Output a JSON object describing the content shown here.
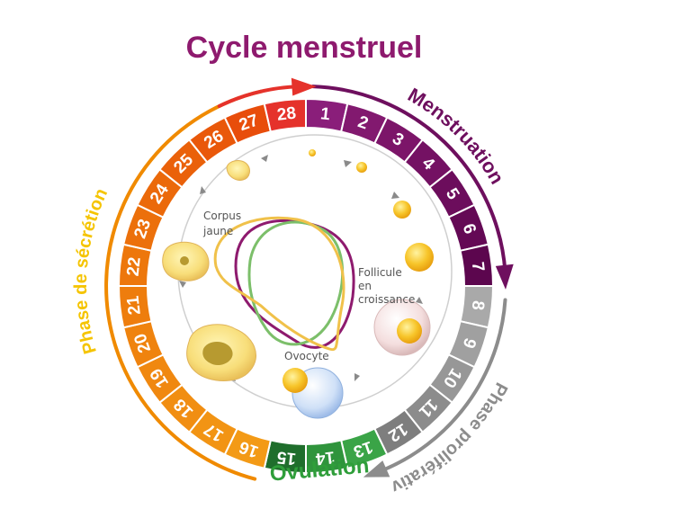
{
  "title": "Cycle menstruel",
  "colors": {
    "title": "#8e1a6e",
    "menstruation": "#6e0f5e",
    "proliferative": "#8c8c8c",
    "ovulation": "#2f9e3a",
    "secretion_label": "#f5c400",
    "secretion_arc": "#f08a00",
    "top_arrow": "#e5322b"
  },
  "days": [
    {
      "n": "1",
      "color": "#8a1e7a"
    },
    {
      "n": "2",
      "color": "#82196f"
    },
    {
      "n": "3",
      "color": "#7c1569"
    },
    {
      "n": "4",
      "color": "#741163"
    },
    {
      "n": "5",
      "color": "#6c0d5c"
    },
    {
      "n": "6",
      "color": "#640955"
    },
    {
      "n": "7",
      "color": "#5c064e"
    },
    {
      "n": "8",
      "color": "#a9a9a9"
    },
    {
      "n": "9",
      "color": "#a0a0a0"
    },
    {
      "n": "10",
      "color": "#979797"
    },
    {
      "n": "11",
      "color": "#8c8c8c"
    },
    {
      "n": "12",
      "color": "#7e7e7e"
    },
    {
      "n": "13",
      "color": "#3aa447"
    },
    {
      "n": "14",
      "color": "#2f943c"
    },
    {
      "n": "15",
      "color": "#1f6e2c"
    },
    {
      "n": "16",
      "color": "#f39a16"
    },
    {
      "n": "17",
      "color": "#f29414"
    },
    {
      "n": "18",
      "color": "#f18e12"
    },
    {
      "n": "19",
      "color": "#f08810"
    },
    {
      "n": "20",
      "color": "#ef830e"
    },
    {
      "n": "21",
      "color": "#ee7d0d"
    },
    {
      "n": "22",
      "color": "#ed770c"
    },
    {
      "n": "23",
      "color": "#ec700b"
    },
    {
      "n": "24",
      "color": "#eb690a"
    },
    {
      "n": "25",
      "color": "#ea610a"
    },
    {
      "n": "26",
      "color": "#e9580a"
    },
    {
      "n": "27",
      "color": "#e84d0b"
    },
    {
      "n": "28",
      "color": "#e5322b"
    }
  ],
  "phases": {
    "menstruation": "Menstruation",
    "proliferative": "Phase proliférative",
    "ovulation": "Ovulation",
    "secretion": "Phase de sécrétion"
  },
  "labels": {
    "corpus": "Corpus",
    "jaune": "jaune",
    "follicule": "Follicule",
    "en": "en",
    "croissance": "croissance",
    "ovocyte": "Ovocyte"
  }
}
